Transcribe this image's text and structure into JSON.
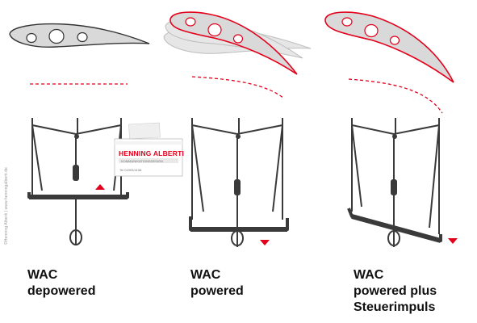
{
  "colors": {
    "accent": "#e3001b",
    "frame": "#3a3a3a",
    "airfoil_fill": "#d9d9d9",
    "ghost_fill": "#e6e6e6"
  },
  "watermark": "©Henning Alberti | www.henningalberti.de",
  "business_card": {
    "name": "HENNING ALBERTI",
    "line1": "KOMMUNIKATIONSDESIGN",
    "line2": "Tel 04393/4158"
  },
  "panels": [
    {
      "caption_line1": "WAC",
      "caption_line2": "depowered",
      "caption_line3": ""
    },
    {
      "caption_line1": "WAC",
      "caption_line2": "powered",
      "caption_line3": ""
    },
    {
      "caption_line1": "WAC",
      "caption_line2": "powered plus",
      "caption_line3": "Steuerimpuls"
    }
  ]
}
